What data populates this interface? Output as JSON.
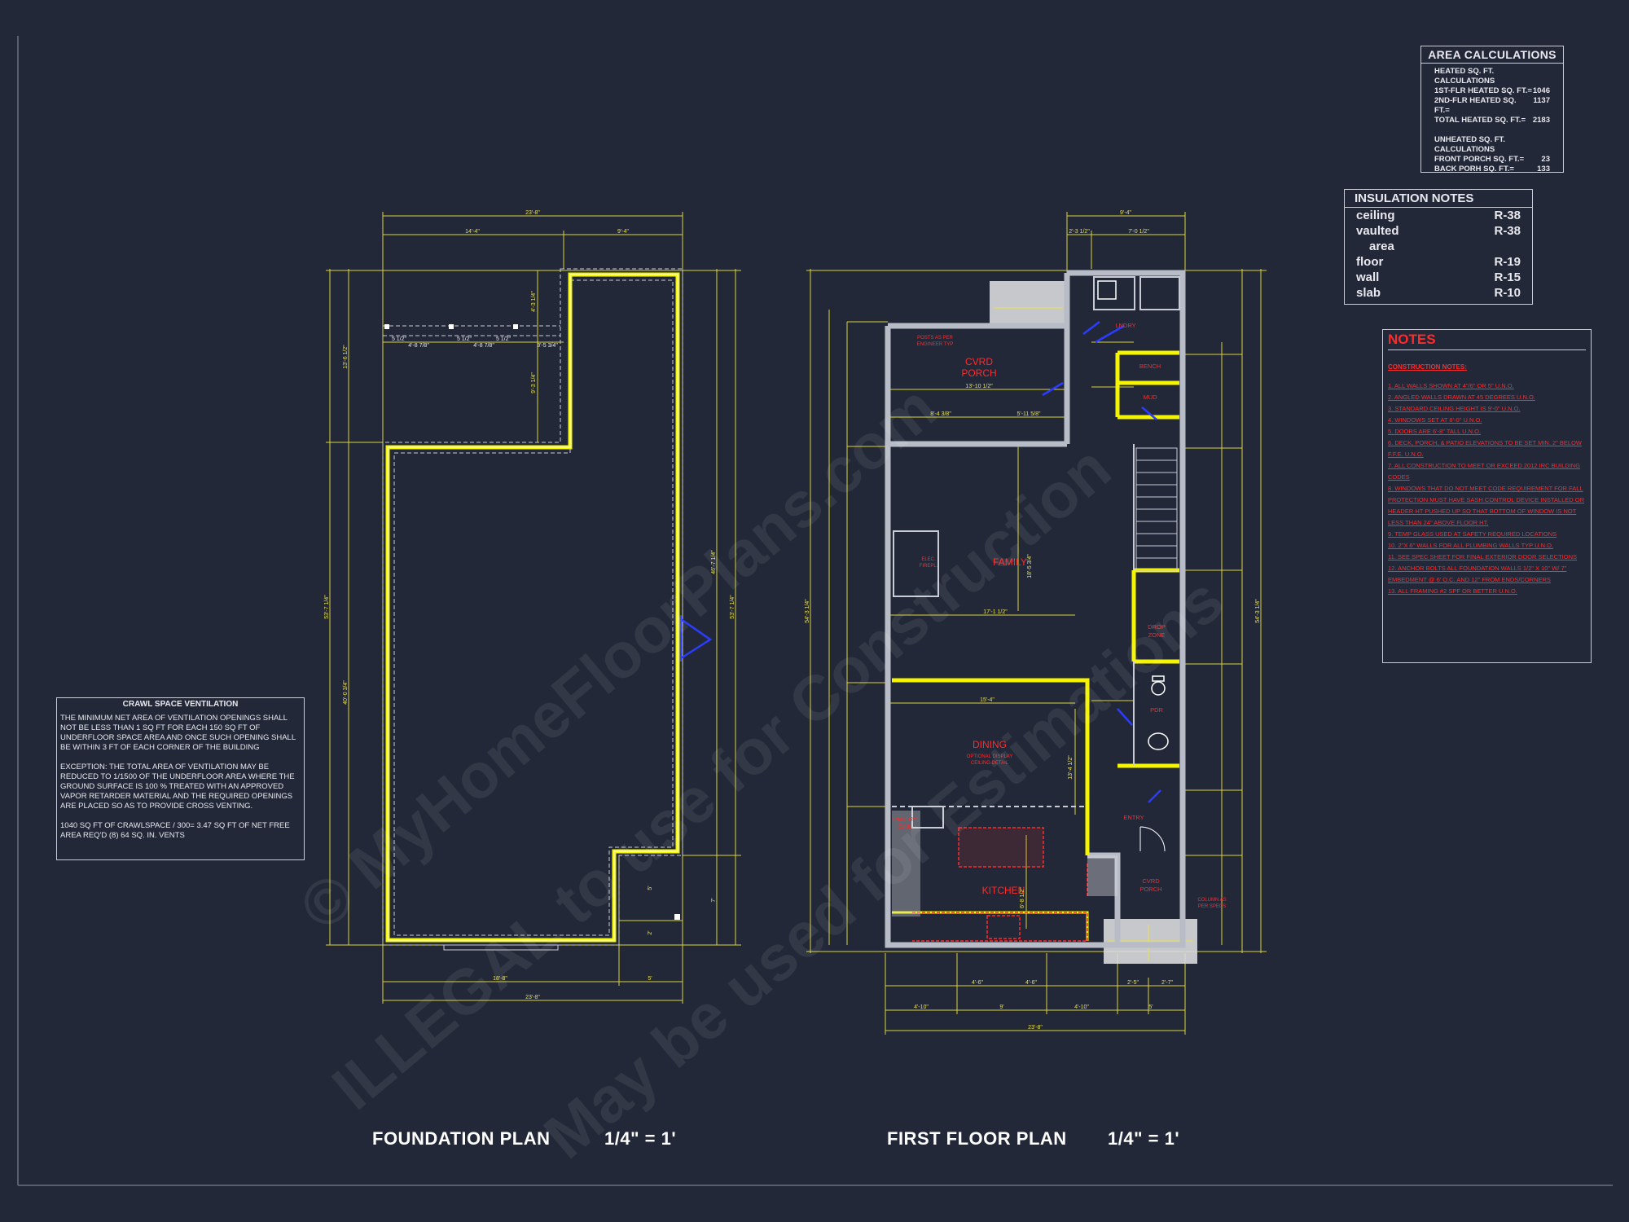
{
  "area_calculations": {
    "title": "AREA CALCULATIONS",
    "heated_header": "HEATED SQ. FT. CALCULATIONS",
    "heated_rows": [
      {
        "label": "1ST-FLR HEATED SQ. FT.=",
        "value": "1046"
      },
      {
        "label": "2ND-FLR HEATED SQ. FT.=",
        "value": "1137"
      },
      {
        "label": "TOTAL HEATED SQ. FT.=",
        "value": "2183"
      }
    ],
    "unheated_header": "UNHEATED SQ. FT. CALCULATIONS",
    "unheated_rows": [
      {
        "label": "FRONT PORCH SQ. FT.=",
        "value": "23"
      },
      {
        "label": "BACK PORH SQ. FT.=",
        "value": "133"
      }
    ]
  },
  "insulation_notes": {
    "title": "INSULATION  NOTES",
    "rows": [
      {
        "label": "ceiling",
        "value": "R-38"
      },
      {
        "label": "vaulted",
        "value": "R-38"
      },
      {
        "label": "area",
        "value": ""
      },
      {
        "label": "floor",
        "value": "R-19"
      },
      {
        "label": "wall",
        "value": "R-15"
      },
      {
        "label": "slab",
        "value": "R-10"
      }
    ]
  },
  "notes": {
    "title": "NOTES",
    "subtitle": "CONSTRUCTION NOTES:",
    "items": [
      "1. ALL WALLS SHOWN AT 4\"/6\" OR 5\" U.N.O.",
      "2. ANGLED WALLS DRAWN AT 45 DEGREES U.N.O.",
      "3. STANDARD CEILING HEIGHT IS 9'-0\" U.N.O.",
      "4. WINDOWS SET AT 8'-0\" U.N.O.",
      "5. DOORS ARE 6'-8\" TALL U.N.O.",
      "6. DECK, PORCH, & PATIO ELEVATIONS TO BE SET MIN. 2\" BELOW",
      "F.F.E. U.N.O.",
      "7. ALL CONSTRUCTION TO MEET OR EXCEED 2012 IRC BUILDING",
      "CODES",
      "8. WINDOWS THAT DO NOT MEET CODE REQUIREMENT FOR FALL",
      "PROTECTION MUST HAVE SASH CONTROL DEVICE INSTALLED OR",
      "HEADER HT PUSHED UP SO THAT BOTTOM OF WINDOW IS NOT",
      "LESS THAN 24\" ABOVE FLOOR HT.",
      "9. TEMP GLASS USED AT SAFETY REQUIRED LOCATIONS",
      "10. 2\"X 6\" WALLS FOR ALL PLUMBING WALLS TYP U.N.O.",
      "11. SEE SPEC SHEET FOR FINAL EXTERIOR DOOR SELECTIONS",
      "12. ANCHOR BOLTS ALL FOUNDATION WALLS 1/2\" X 10\" W/ 7\"",
      "EMBEDMENT @ 6' O.C. AND 12\" FROM ENDS/CORNERS",
      "13. ALL FRAMING #2 SPF OR BETTER U.N.O."
    ]
  },
  "crawl_space": {
    "title": "CRAWL SPACE VENTILATION",
    "paragraphs": [
      "THE MINIMUM NET AREA OF VENTILATION OPENINGS SHALL NOT BE LESS THAN 1 SQ FT FOR EACH 150 SQ FT OF UNDERFLOOR SPACE AREA AND ONCE SUCH OPENING SHALL BE WITHIN 3 FT OF EACH CORNER OF THE BUILDING",
      "EXCEPTION: THE TOTAL AREA OF VENTILATION MAY BE REDUCED TO 1/1500 OF THE UNDERFLOOR AREA WHERE THE GROUND SURFACE  IS 100 % TREATED WITH AN APPROVED VAPOR RETARDER MATERIAL AND THE REQUIRED OPENINGS ARE PLACED SO AS TO PROVIDE CROSS VENTING.",
      "1040   SQ FT OF CRAWLSPACE / 300= 3.47  SQ FT OF NET FREE AREA REQ'D (8) 64 SQ. IN. VENTS"
    ]
  },
  "foundation_plan": {
    "title": "FOUNDATION PLAN",
    "scale": "1/4\" = 1'",
    "dims": {
      "overall": "23'-8\"",
      "top_left": "14'-4\"",
      "top_right": "9'-4\"",
      "bottom_left": "18'-8\"",
      "bottom_right": "5'",
      "left_overall": "53'-7 1/4\"",
      "left_upper": "13'-6 1/2\"",
      "left_lower": "40'-0 3/4\"",
      "right_overall": "53'-7 1/4\"",
      "right_mid": "46'-7 1/4\"",
      "right_low": "7'",
      "pier_row": [
        "5 1/2\"",
        "4'-8 7/8\"",
        "5 1/2\"",
        "4'-8 7/8\"",
        "5 1/2\"",
        "3'-5 3/4\""
      ],
      "pier_upper": "4'-3 1/4\"",
      "pier_lower": "9'-3 1/4\"",
      "notch_a": "5'",
      "notch_b": "2'"
    }
  },
  "first_floor_plan": {
    "title": "FIRST FLOOR PLAN",
    "scale": "1/4\" = 1'",
    "rooms": {
      "porch": [
        "CVRD",
        "PORCH"
      ],
      "family": "FAMILY",
      "dining": "DINING",
      "kitchen": "KITCHEN",
      "laundry": "LNDRY",
      "bench": "BENCH",
      "mud": "MUD",
      "drop_zone": [
        "DROP",
        "ZONE"
      ],
      "pdr": "PDR",
      "entry": "ENTRY",
      "pantry": [
        "PANTRY",
        "CAB."
      ],
      "front_porch": [
        "CVRD",
        "PORCH"
      ]
    },
    "dims": {
      "overall_bottom": "23'-8\"",
      "overall_top": "9'-4\"",
      "top_split": [
        "2'-3 1/2\"",
        "7'-0 1/2\""
      ],
      "bottom_row": [
        "4'-10\"",
        "9'",
        "4'-10\"",
        "5'"
      ],
      "bottom_sub": [
        "4'-6\"",
        "4'-6\"",
        "2'-5\"",
        "2'-7\""
      ],
      "left_overall": "54'-3 1/4\"",
      "right_overall": "54'-3 1/4\"",
      "porch_width": "13'-10 1/2\"",
      "porch_split": [
        "8'-4 3/8\"",
        "5'-11 5/8\""
      ],
      "family_width": "17'-1 1/2\"",
      "family_depth": "18'-5 3/4\"",
      "dining_width": "15'-4\"",
      "dining_depth": "13'-4 1/2\"",
      "kitchen_depth": "6'-8 1/2\""
    },
    "annotations": {
      "posts": [
        "POSTS AS PER",
        "ENGINEER TYP"
      ],
      "fireplace": [
        "ELEC.",
        "FIREPL."
      ],
      "dining_opt": [
        "OPTIONAL DISPLAY",
        "CEILING DETAIL"
      ],
      "column": [
        "COLUMN AS",
        "PER SPECS"
      ]
    }
  },
  "watermark": {
    "line1": "© MyHomeFloorPlans.com",
    "line2": "ILLEGAL to use for Construction",
    "line3": "May be used for Estimations"
  }
}
